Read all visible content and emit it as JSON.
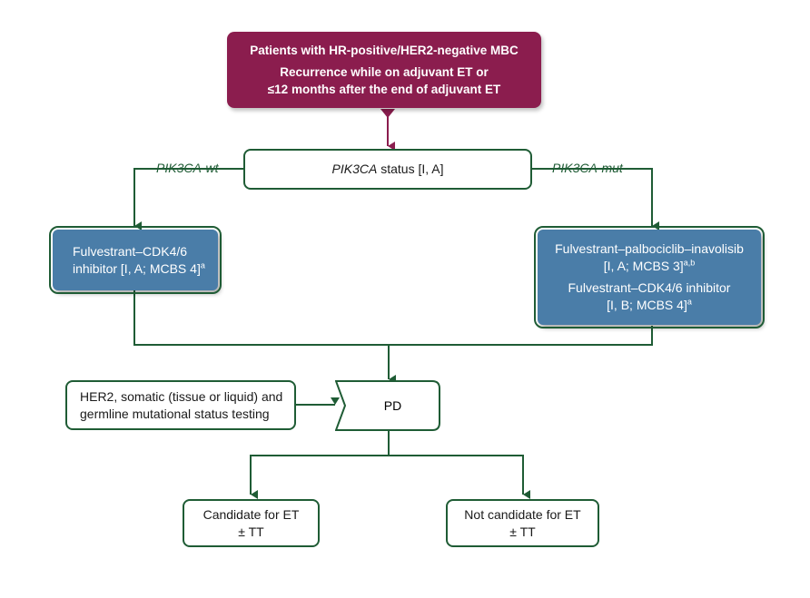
{
  "start": {
    "line1": "Patients with HR-positive/HER2-negative MBC",
    "line2": "Recurrence while on adjuvant ET or",
    "line3": "≤12 months after the end of adjuvant ET"
  },
  "status": {
    "gene": "PIK3CA",
    "rest": " status [I, A]"
  },
  "branch_left": "PIK3CA-wt",
  "branch_right": "PIK3CA-mut",
  "left_tx": {
    "line1": "Fulvestrant–CDK4/6",
    "line2": "inhibitor [I, A; MCBS 4]",
    "sup": "a"
  },
  "right_tx": {
    "line1": "Fulvestrant–palbociclib–inavolisib",
    "line2": "[I, A; MCBS 3]",
    "sup2": "a,b",
    "line3": "Fulvestrant–CDK4/6 inhibitor",
    "line4": "[I, B; MCBS 4]",
    "sup4": "a"
  },
  "testing": {
    "line1": "HER2, somatic (tissue or liquid) and",
    "line2": "germline mutational status testing"
  },
  "pd": "PD",
  "candidate": {
    "line1": "Candidate for ET",
    "line2": "± TT"
  },
  "not_candidate": {
    "line1": "Not candidate for ET",
    "line2": "± TT"
  },
  "colors": {
    "dark": "#8b1d4e",
    "green": "#1f5c35",
    "blue": "#4a7da8"
  }
}
